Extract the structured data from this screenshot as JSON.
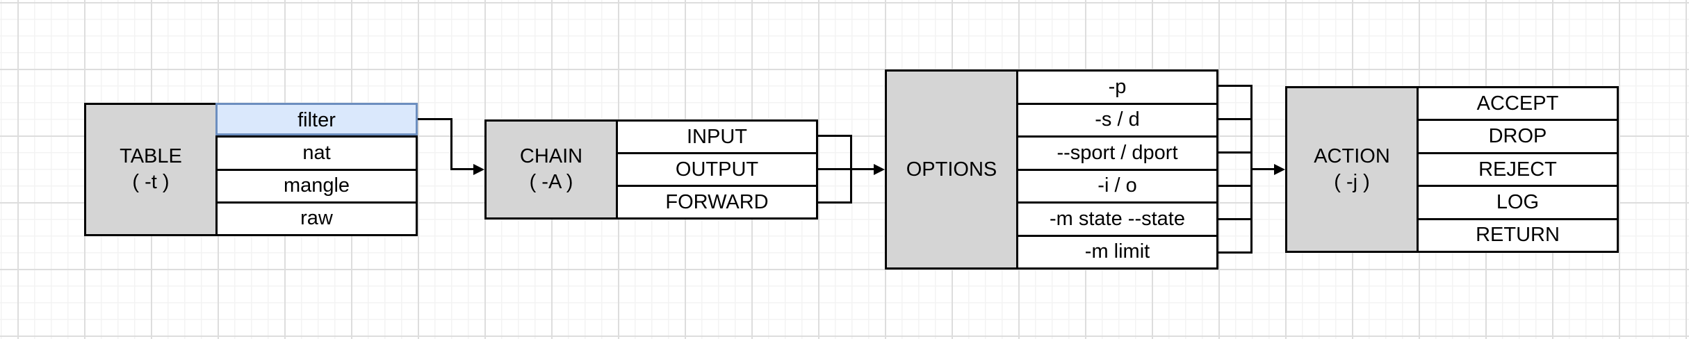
{
  "diagram_subject": "iptables rule structure",
  "colors": {
    "canvas": "#ffffff",
    "grid_minor": "#f3f3f3",
    "grid_major": "#dddddd",
    "stroke": "#000000",
    "header_fill": "#d5d5d5",
    "row_fill": "#ffffff",
    "highlight_fill": "#dae8fc",
    "highlight_border": "#6c8ebf",
    "text_color": "#000000"
  },
  "groups": [
    {
      "id": "table",
      "header": {
        "line1": "TABLE",
        "line2": "( -t )"
      },
      "rows": [
        {
          "label": "filter",
          "highlighted": true
        },
        {
          "label": "nat",
          "highlighted": false
        },
        {
          "label": "mangle",
          "highlighted": false
        },
        {
          "label": "raw",
          "highlighted": false
        }
      ]
    },
    {
      "id": "chain",
      "header": {
        "line1": "CHAIN",
        "line2": "( -A )"
      },
      "rows": [
        {
          "label": "INPUT",
          "highlighted": false
        },
        {
          "label": "OUTPUT",
          "highlighted": false
        },
        {
          "label": "FORWARD",
          "highlighted": false
        }
      ]
    },
    {
      "id": "options",
      "header": {
        "line1": "OPTIONS",
        "line2": ""
      },
      "rows": [
        {
          "label": "-p",
          "highlighted": false
        },
        {
          "label": "-s / d",
          "highlighted": false
        },
        {
          "label": "--sport / dport",
          "highlighted": false
        },
        {
          "label": "-i / o",
          "highlighted": false
        },
        {
          "label": "-m state --state",
          "highlighted": false
        },
        {
          "label": "-m limit",
          "highlighted": false
        }
      ]
    },
    {
      "id": "action",
      "header": {
        "line1": "ACTION",
        "line2": "( -j )"
      },
      "rows": [
        {
          "label": "ACCEPT",
          "highlighted": false
        },
        {
          "label": "DROP",
          "highlighted": false
        },
        {
          "label": "REJECT",
          "highlighted": false
        },
        {
          "label": "LOG",
          "highlighted": false
        },
        {
          "label": "RETURN",
          "highlighted": false
        }
      ]
    }
  ],
  "connectors": [
    {
      "from": "table.filter",
      "to": "chain"
    },
    {
      "from": "chain.rows",
      "to": "options"
    },
    {
      "from": "options.rows",
      "to": "action"
    }
  ]
}
